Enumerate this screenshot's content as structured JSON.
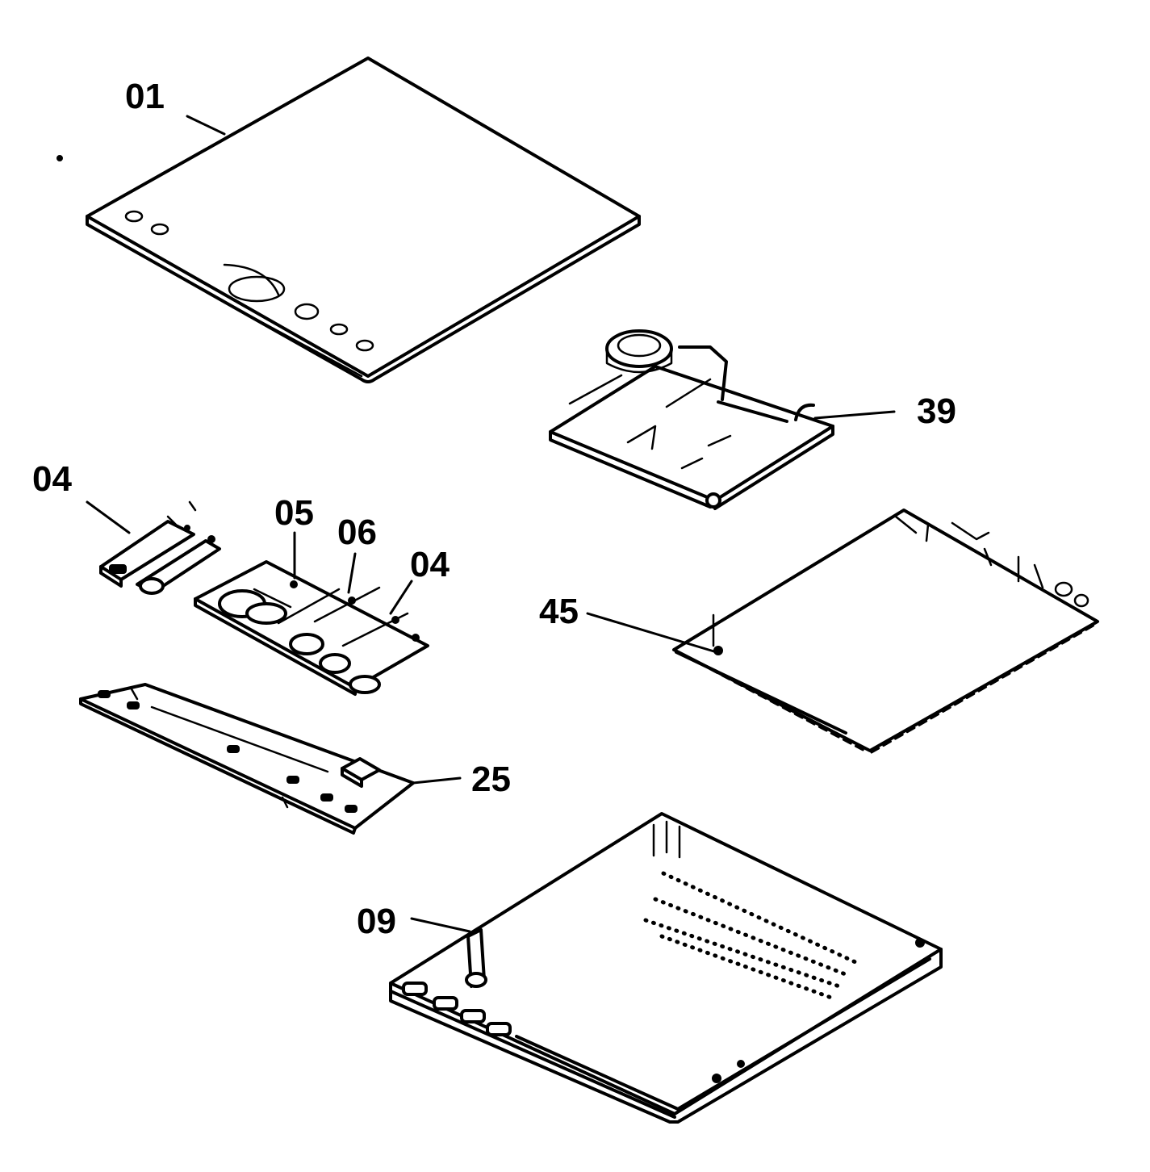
{
  "callouts": {
    "c01": "01",
    "c04a": "04",
    "c05": "05",
    "c06": "06",
    "c04b": "04",
    "c39": "39",
    "c45": "45",
    "c25": "25",
    "c09": "09"
  }
}
